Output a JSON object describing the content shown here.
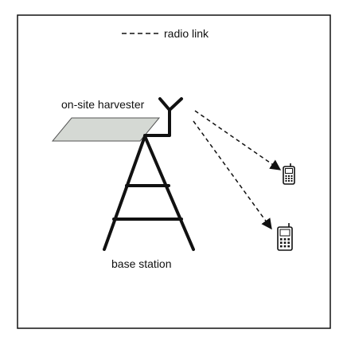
{
  "legend": {
    "line_style": "dashed",
    "label": "radio link"
  },
  "labels": {
    "harvester": "on-site harvester",
    "base_station": "base station"
  },
  "colors": {
    "background": "#ffffff",
    "stroke": "#111111",
    "panel_fill": "#d5d9d4",
    "panel_stroke": "#555555"
  },
  "icons": {
    "panel": "solar-panel-icon",
    "antenna": "antenna-icon",
    "tower": "tower-icon",
    "phones": [
      "mobile-phone-icon",
      "mobile-phone-icon"
    ]
  },
  "links": [
    {
      "from": "antenna",
      "to": "phone-1",
      "style": "dashed"
    },
    {
      "from": "antenna",
      "to": "phone-2",
      "style": "dashed"
    }
  ]
}
